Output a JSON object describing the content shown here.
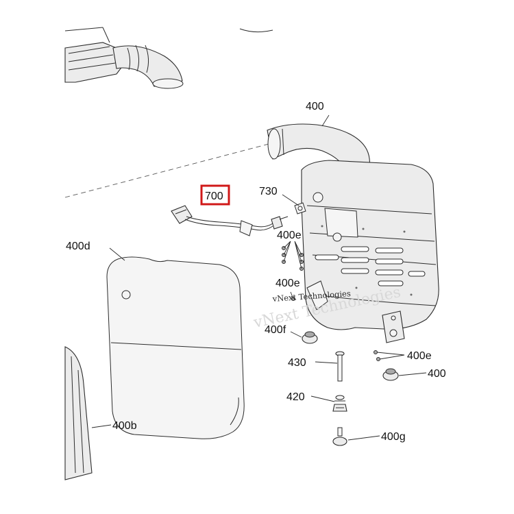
{
  "callouts": {
    "c400_top": "400",
    "c700": "700",
    "c730": "730",
    "c400d": "400d",
    "c400e_a": "400e",
    "c400e_b": "400e",
    "c400f": "400f",
    "c430": "430",
    "c400e_c": "400e",
    "c400_nut": "400",
    "c420": "420",
    "c400b": "400b",
    "c400g": "400g"
  },
  "highlighted_callout": "700",
  "highlight_color": "#d01818",
  "watermark": {
    "large": "vNext Technologies",
    "small": "vNext Technologies"
  }
}
